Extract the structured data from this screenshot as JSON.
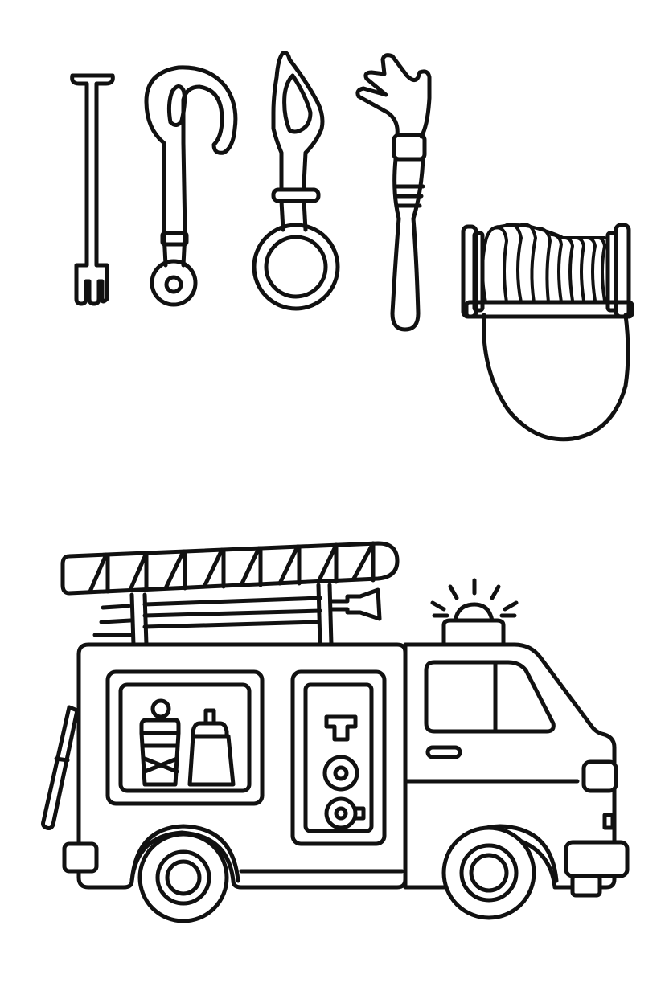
{
  "page": {
    "kind": "coloring-page",
    "background": "#ffffff",
    "line_color": "#111111"
  },
  "tools": [
    {
      "id": "pike-pole",
      "icon": "pike-pole-icon"
    },
    {
      "id": "hook-wrench",
      "icon": "hook-wrench-icon"
    },
    {
      "id": "axe-spanner",
      "icon": "axe-spanner-icon"
    },
    {
      "id": "pry-bar",
      "icon": "pry-bar-icon"
    },
    {
      "id": "hose-reel",
      "icon": "hose-reel-icon"
    }
  ],
  "truck": {
    "icon": "fire-truck-icon",
    "parts": [
      "ladder",
      "nozzle",
      "beacon-light",
      "cab-window",
      "equipment-cabinet",
      "pump-panel",
      "front-wheel",
      "rear-wheel",
      "side-ladder"
    ]
  }
}
